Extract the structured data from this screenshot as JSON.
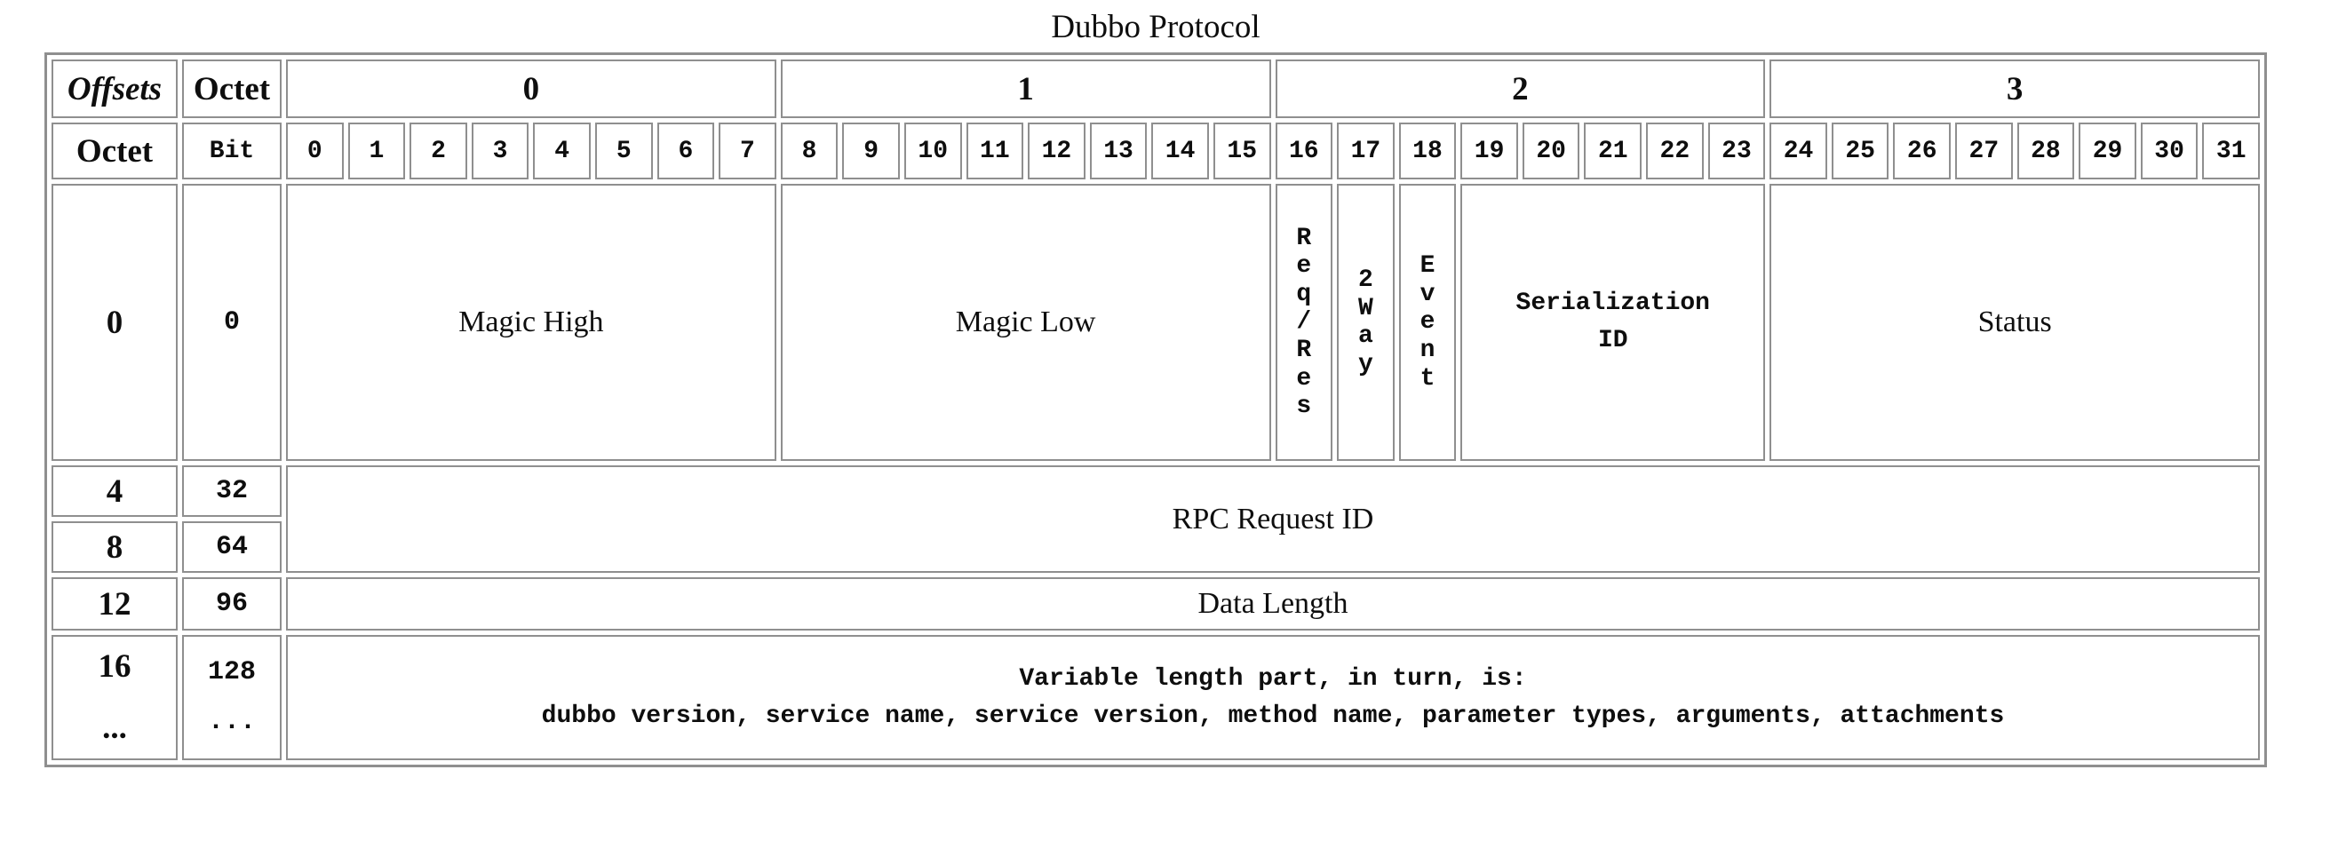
{
  "title": "Dubbo Protocol",
  "colors": {
    "border_gray": "#8f8f8f",
    "background": "#ffffff",
    "text": "#0e0e0e"
  },
  "header": {
    "offsets_label": "Offsets",
    "octet_label_top": "Octet",
    "octet_label_left": "Octet",
    "bit_label": "Bit",
    "octet_groups": [
      "0",
      "1",
      "2",
      "3"
    ],
    "bit_numbers": [
      "0",
      "1",
      "2",
      "3",
      "4",
      "5",
      "6",
      "7",
      "8",
      "9",
      "10",
      "11",
      "12",
      "13",
      "14",
      "15",
      "16",
      "17",
      "18",
      "19",
      "20",
      "21",
      "22",
      "23",
      "24",
      "25",
      "26",
      "27",
      "28",
      "29",
      "30",
      "31"
    ]
  },
  "body_rows": [
    {
      "octet_offset": "0",
      "bit_offset": "0",
      "fields": [
        {
          "label": "Magic High",
          "bits": 8
        },
        {
          "label": "Magic Low",
          "bits": 8
        },
        {
          "label": "Req/Res",
          "display": "R\ne\nq\n/\nR\ne\ns",
          "bits": 1
        },
        {
          "label": "2 Way",
          "display": "2\nW\na\ny",
          "bits": 1
        },
        {
          "label": "Event",
          "display": "E\nv\ne\nn\nt",
          "bits": 1
        },
        {
          "label": "Serialization ID",
          "display": "Serialization\nID",
          "bits": 5
        },
        {
          "label": "Status",
          "bits": 8
        }
      ]
    },
    {
      "octet_offset": "4",
      "bit_offset": "32",
      "fields": [
        {
          "label": "RPC Request ID",
          "bits": 32,
          "rows": 2
        }
      ]
    },
    {
      "octet_offset": "8",
      "bit_offset": "64",
      "fields": []
    },
    {
      "octet_offset": "12",
      "bit_offset": "96",
      "fields": [
        {
          "label": "Data Length",
          "bits": 32
        }
      ]
    },
    {
      "octet_offset": "16\n...",
      "bit_offset": "128\n...",
      "fields": [
        {
          "label": "Variable length part",
          "display": "Variable length part, in turn, is:\ndubbo version, service name, service version, method name, parameter types, arguments, attachments",
          "bits": 32
        }
      ]
    }
  ]
}
